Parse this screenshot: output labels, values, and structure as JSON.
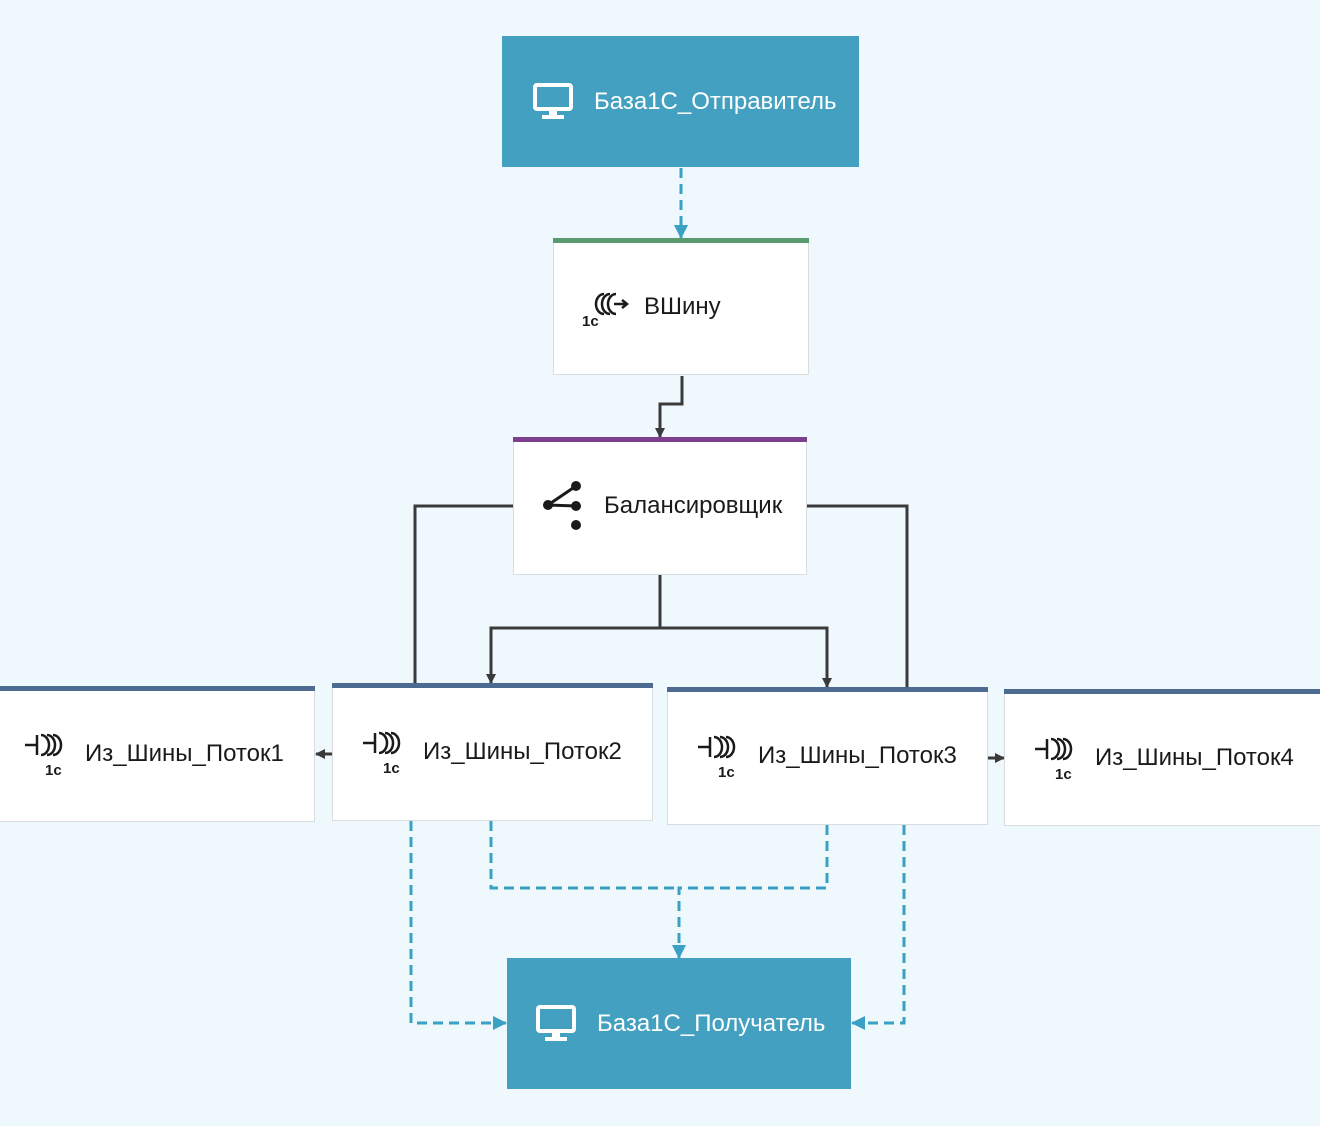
{
  "colors": {
    "background": "#eff9fd",
    "db_fill": "#44a0c0",
    "dashed_edge": "#3aa0c4",
    "solid_edge": "#3a3a3a",
    "bar_green": "#5a9a6e",
    "bar_purple": "#7e3f8f",
    "bar_blue": "#4d6a90"
  },
  "nodes": {
    "sender": {
      "label": "База1С_Отправитель",
      "icon": "monitor-icon"
    },
    "to_bus": {
      "label": "ВШину",
      "icon": "1c-bus-out-icon"
    },
    "balancer": {
      "label": "Балансировщик",
      "icon": "balancer-icon"
    },
    "stream1": {
      "label": "Из_Шины_Поток1",
      "icon": "1c-bus-in-icon"
    },
    "stream2": {
      "label": "Из_Шины_Поток2",
      "icon": "1c-bus-in-icon"
    },
    "stream3": {
      "label": "Из_Шины_Поток3",
      "icon": "1c-bus-in-icon"
    },
    "stream4": {
      "label": "Из_Шины_Поток4",
      "icon": "1c-bus-in-icon"
    },
    "receiver": {
      "label": "База1С_Получатель",
      "icon": "monitor-icon"
    }
  },
  "edges": [
    {
      "from": "sender",
      "to": "to_bus",
      "style": "dashed"
    },
    {
      "from": "to_bus",
      "to": "balancer",
      "style": "solid"
    },
    {
      "from": "balancer",
      "to": "stream1",
      "style": "solid"
    },
    {
      "from": "balancer",
      "to": "stream2",
      "style": "solid"
    },
    {
      "from": "balancer",
      "to": "stream3",
      "style": "solid"
    },
    {
      "from": "balancer",
      "to": "stream4",
      "style": "solid"
    },
    {
      "from": "stream2",
      "to": "receiver",
      "style": "dashed"
    },
    {
      "from": "stream3",
      "to": "receiver",
      "style": "dashed"
    }
  ]
}
